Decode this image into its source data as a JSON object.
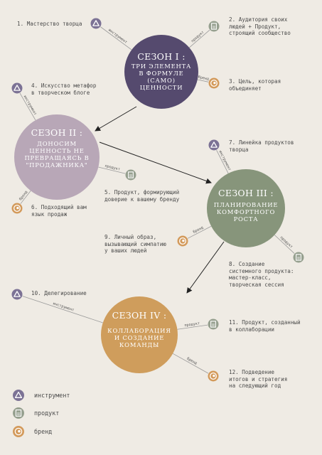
{
  "colors": {
    "background": "#efebe4",
    "season1": "#554a6e",
    "season2": "#b8a7b7",
    "season3": "#87957b",
    "season4": "#cf9d5c",
    "tool_icon": "#7c7295",
    "product_icon": "#96a08f",
    "brand_icon": "#d39a5b"
  },
  "seasons": [
    {
      "title": "СЕЗОН I :",
      "subtitle": [
        "ТРИ ЭЛЕМЕНТА",
        "В ФОРМУЛЕ",
        "(САМО)",
        "ЦЕННОСТИ"
      ]
    },
    {
      "title": "СЕЗОН II :",
      "subtitle": [
        "ДОНОСИМ",
        "ЦЕННОСТЬ НЕ",
        "ПРЕВРАЩАЯСЬ В",
        "\"ПРОДАЖНИКА\""
      ]
    },
    {
      "title": "СЕЗОН III :",
      "subtitle": [
        "ПЛАНИРОВАНИЕ",
        "КОМФОРТНОГО",
        "РОСТА"
      ]
    },
    {
      "title": "СЕЗОН IV :",
      "subtitle": [
        "КОЛЛАБОРАЦИЯ",
        "И СОЗДАНИЕ",
        "КОМАНДЫ"
      ]
    }
  ],
  "items": [
    {
      "text": "1. Мастерство творца",
      "type": "tool"
    },
    {
      "text": "2. Аудитория своих\nлюдей + Продукт,\nстроящий сообщество",
      "type": "product"
    },
    {
      "text": "3. Цель, которая\nобъединяет",
      "type": "brand"
    },
    {
      "text": "4. Искусство метафор\nв творческом блоге",
      "type": "tool"
    },
    {
      "text": "5. Продукт, формирующий\nдоверие к вашему бренду",
      "type": "product"
    },
    {
      "text": "6. Подходящий вам\nязык продаж",
      "type": "brand"
    },
    {
      "text": "7. Линейка продуктов\nтворца",
      "type": "tool"
    },
    {
      "text": "8. Создание\nсистемного продукта:\nмастер-класс,\nтворческая сессия",
      "type": "product"
    },
    {
      "text": "9. Личный образ,\nвызывающий симпатию\nу ваших людей",
      "type": "brand"
    },
    {
      "text": "10. Делегирование",
      "type": "tool"
    },
    {
      "text": "11. Продукт, созданный\nв коллаборации",
      "type": "product"
    },
    {
      "text": "12. Подведение\nитогов и стратегия\nна следующий год",
      "type": "brand"
    }
  ],
  "connector_labels": {
    "tool": "инструмент",
    "product": "продукт",
    "brand": "бренд"
  },
  "legend": [
    {
      "type": "tool",
      "label": "инструмент",
      "icon": "triangle-icon"
    },
    {
      "type": "product",
      "label": "продукт",
      "icon": "document-icon"
    },
    {
      "type": "brand",
      "label": "бренд",
      "icon": "spiral-icon"
    }
  ]
}
